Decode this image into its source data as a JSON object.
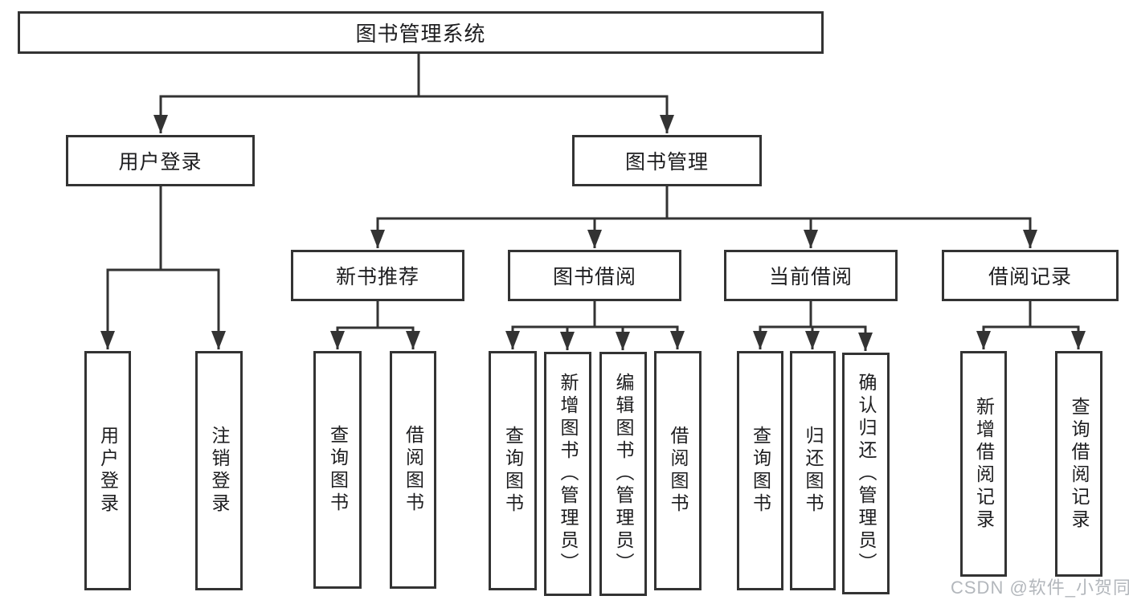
{
  "diagram": {
    "root": {
      "label": "图书管理系统"
    },
    "branches": [
      {
        "label": "用户登录",
        "leaves": [
          {
            "label": "用户登录"
          },
          {
            "label": "注销登录"
          }
        ]
      },
      {
        "label": "图书管理",
        "groups": [
          {
            "label": "新书推荐",
            "leaves": [
              {
                "label": "查询图书"
              },
              {
                "label": "借阅图书"
              }
            ]
          },
          {
            "label": "图书借阅",
            "leaves": [
              {
                "label": "查询图书"
              },
              {
                "label": "新增图书（管理员）"
              },
              {
                "label": "编辑图书（管理员）"
              },
              {
                "label": "借阅图书"
              }
            ]
          },
          {
            "label": "当前借阅",
            "leaves": [
              {
                "label": "查询图书"
              },
              {
                "label": "归还图书"
              },
              {
                "label": "确认归还（管理员）"
              }
            ]
          },
          {
            "label": "借阅记录",
            "leaves": [
              {
                "label": "新增借阅记录"
              },
              {
                "label": "查询借阅记录"
              }
            ]
          }
        ]
      }
    ],
    "watermark": "CSDN @软件_小贺同学",
    "colors": {
      "line": "#333333",
      "text": "#1d1d1f",
      "watermark": "#b3b7bc",
      "background": "#ffffff"
    }
  }
}
